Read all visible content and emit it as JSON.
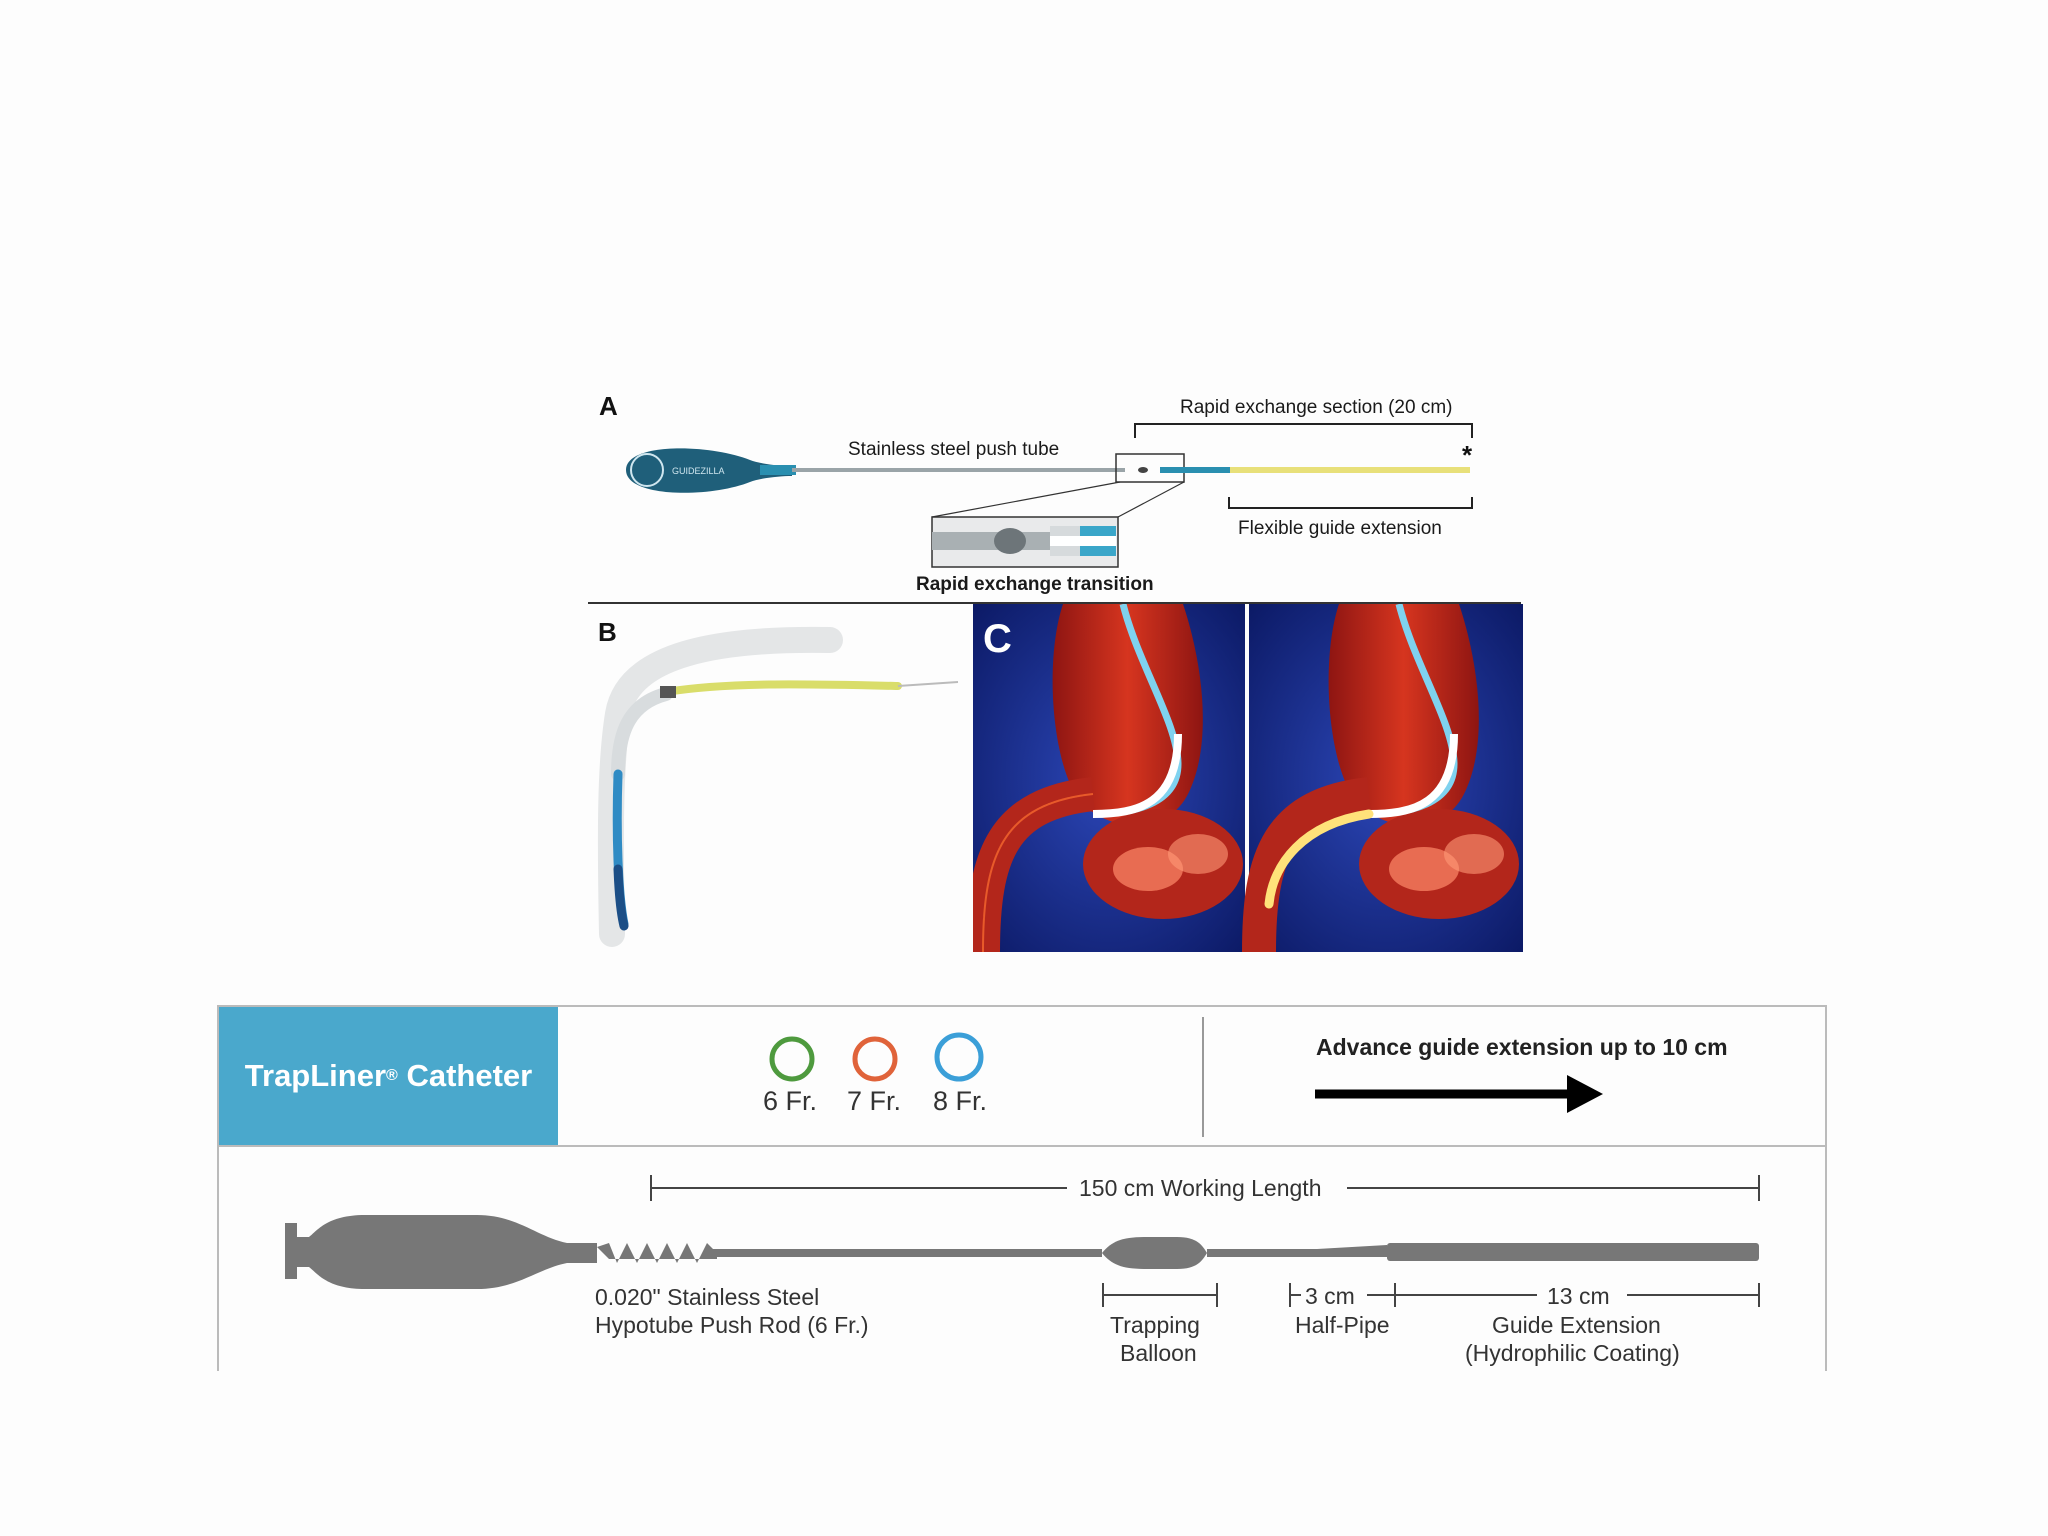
{
  "panel_a": {
    "letter": "A",
    "push_tube_label": "Stainless steel push tube",
    "rx_section_label": "Rapid exchange section (20 cm)",
    "asterisk": "*",
    "flexible_label": "Flexible guide extension",
    "transition_label": "Rapid exchange transition",
    "hub_text": "GUIDEZILLA"
  },
  "panel_b": {
    "letter": "B"
  },
  "panel_c": {
    "letter": "C"
  },
  "trapliner": {
    "title": "TrapLiner",
    "reg": "®",
    "title_suffix": " Catheter",
    "sizes": [
      {
        "label": "6 Fr.",
        "color": "#4e9a3e"
      },
      {
        "label": "7 Fr.",
        "color": "#e0633a"
      },
      {
        "label": "8 Fr.",
        "color": "#3b9fd8"
      }
    ],
    "advance_label": "Advance guide extension up to 10 cm",
    "working_length": "150 cm Working Length",
    "push_rod_line1": "0.020\" Stainless Steel",
    "push_rod_line2": "Hypotube Push Rod (6 Fr.)",
    "balloon_line1": "Trapping",
    "balloon_line2": "Balloon",
    "halfpipe_len": "3 cm",
    "halfpipe_label": "Half-Pipe",
    "ext_len": "13 cm",
    "ext_line1": "Guide Extension",
    "ext_line2": "(Hydrophilic Coating)",
    "accent": "#4aa8cc"
  }
}
